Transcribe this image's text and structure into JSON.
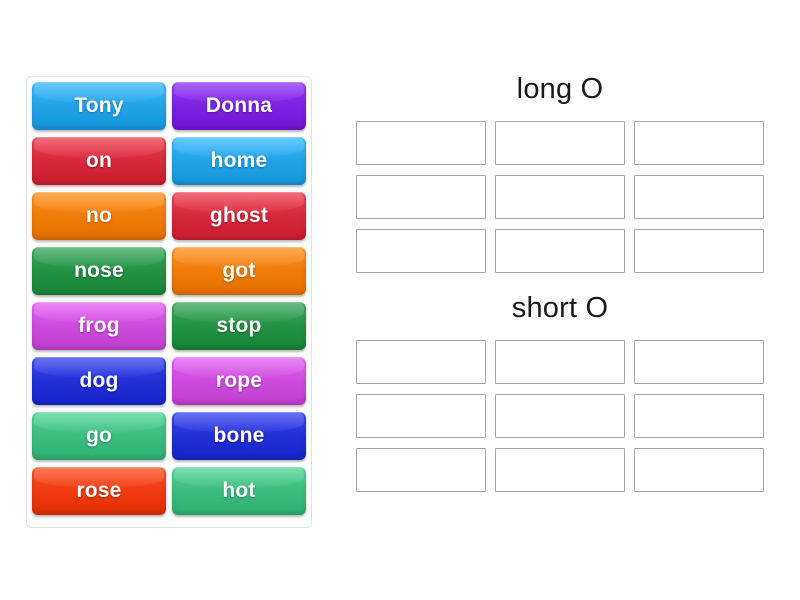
{
  "activity": {
    "type": "group-sort",
    "word_bank": {
      "tiles": [
        {
          "label": "Tony",
          "color": "#22a3e8"
        },
        {
          "label": "Donna",
          "color": "#7d22e0"
        },
        {
          "label": "on",
          "color": "#d8293c"
        },
        {
          "label": "home",
          "color": "#22a3e8"
        },
        {
          "label": "no",
          "color": "#f07c0a"
        },
        {
          "label": "ghost",
          "color": "#d8293c"
        },
        {
          "label": "nose",
          "color": "#249245"
        },
        {
          "label": "got",
          "color": "#f07c0a"
        },
        {
          "label": "frog",
          "color": "#cd4cdd"
        },
        {
          "label": "stop",
          "color": "#249245"
        },
        {
          "label": "dog",
          "color": "#2330d8"
        },
        {
          "label": "rope",
          "color": "#cd4cdd"
        },
        {
          "label": "go",
          "color": "#3bbd80"
        },
        {
          "label": "bone",
          "color": "#2330d8"
        },
        {
          "label": "rose",
          "color": "#f03b10"
        },
        {
          "label": "hot",
          "color": "#3bbd80"
        }
      ]
    },
    "groups": [
      {
        "id": "long-o",
        "title": "long O",
        "slots": [
          "",
          "",
          "",
          "",
          "",
          "",
          "",
          "",
          ""
        ]
      },
      {
        "id": "short-o",
        "title": "short O",
        "slots": [
          "",
          "",
          "",
          "",
          "",
          "",
          "",
          "",
          ""
        ]
      }
    ],
    "colors": {
      "bank_border": "#d8e6ee",
      "slot_border": "#a6a6a6",
      "background": "#ffffff",
      "title_text": "#1a1a1a",
      "tile_text": "#ffffff"
    }
  }
}
